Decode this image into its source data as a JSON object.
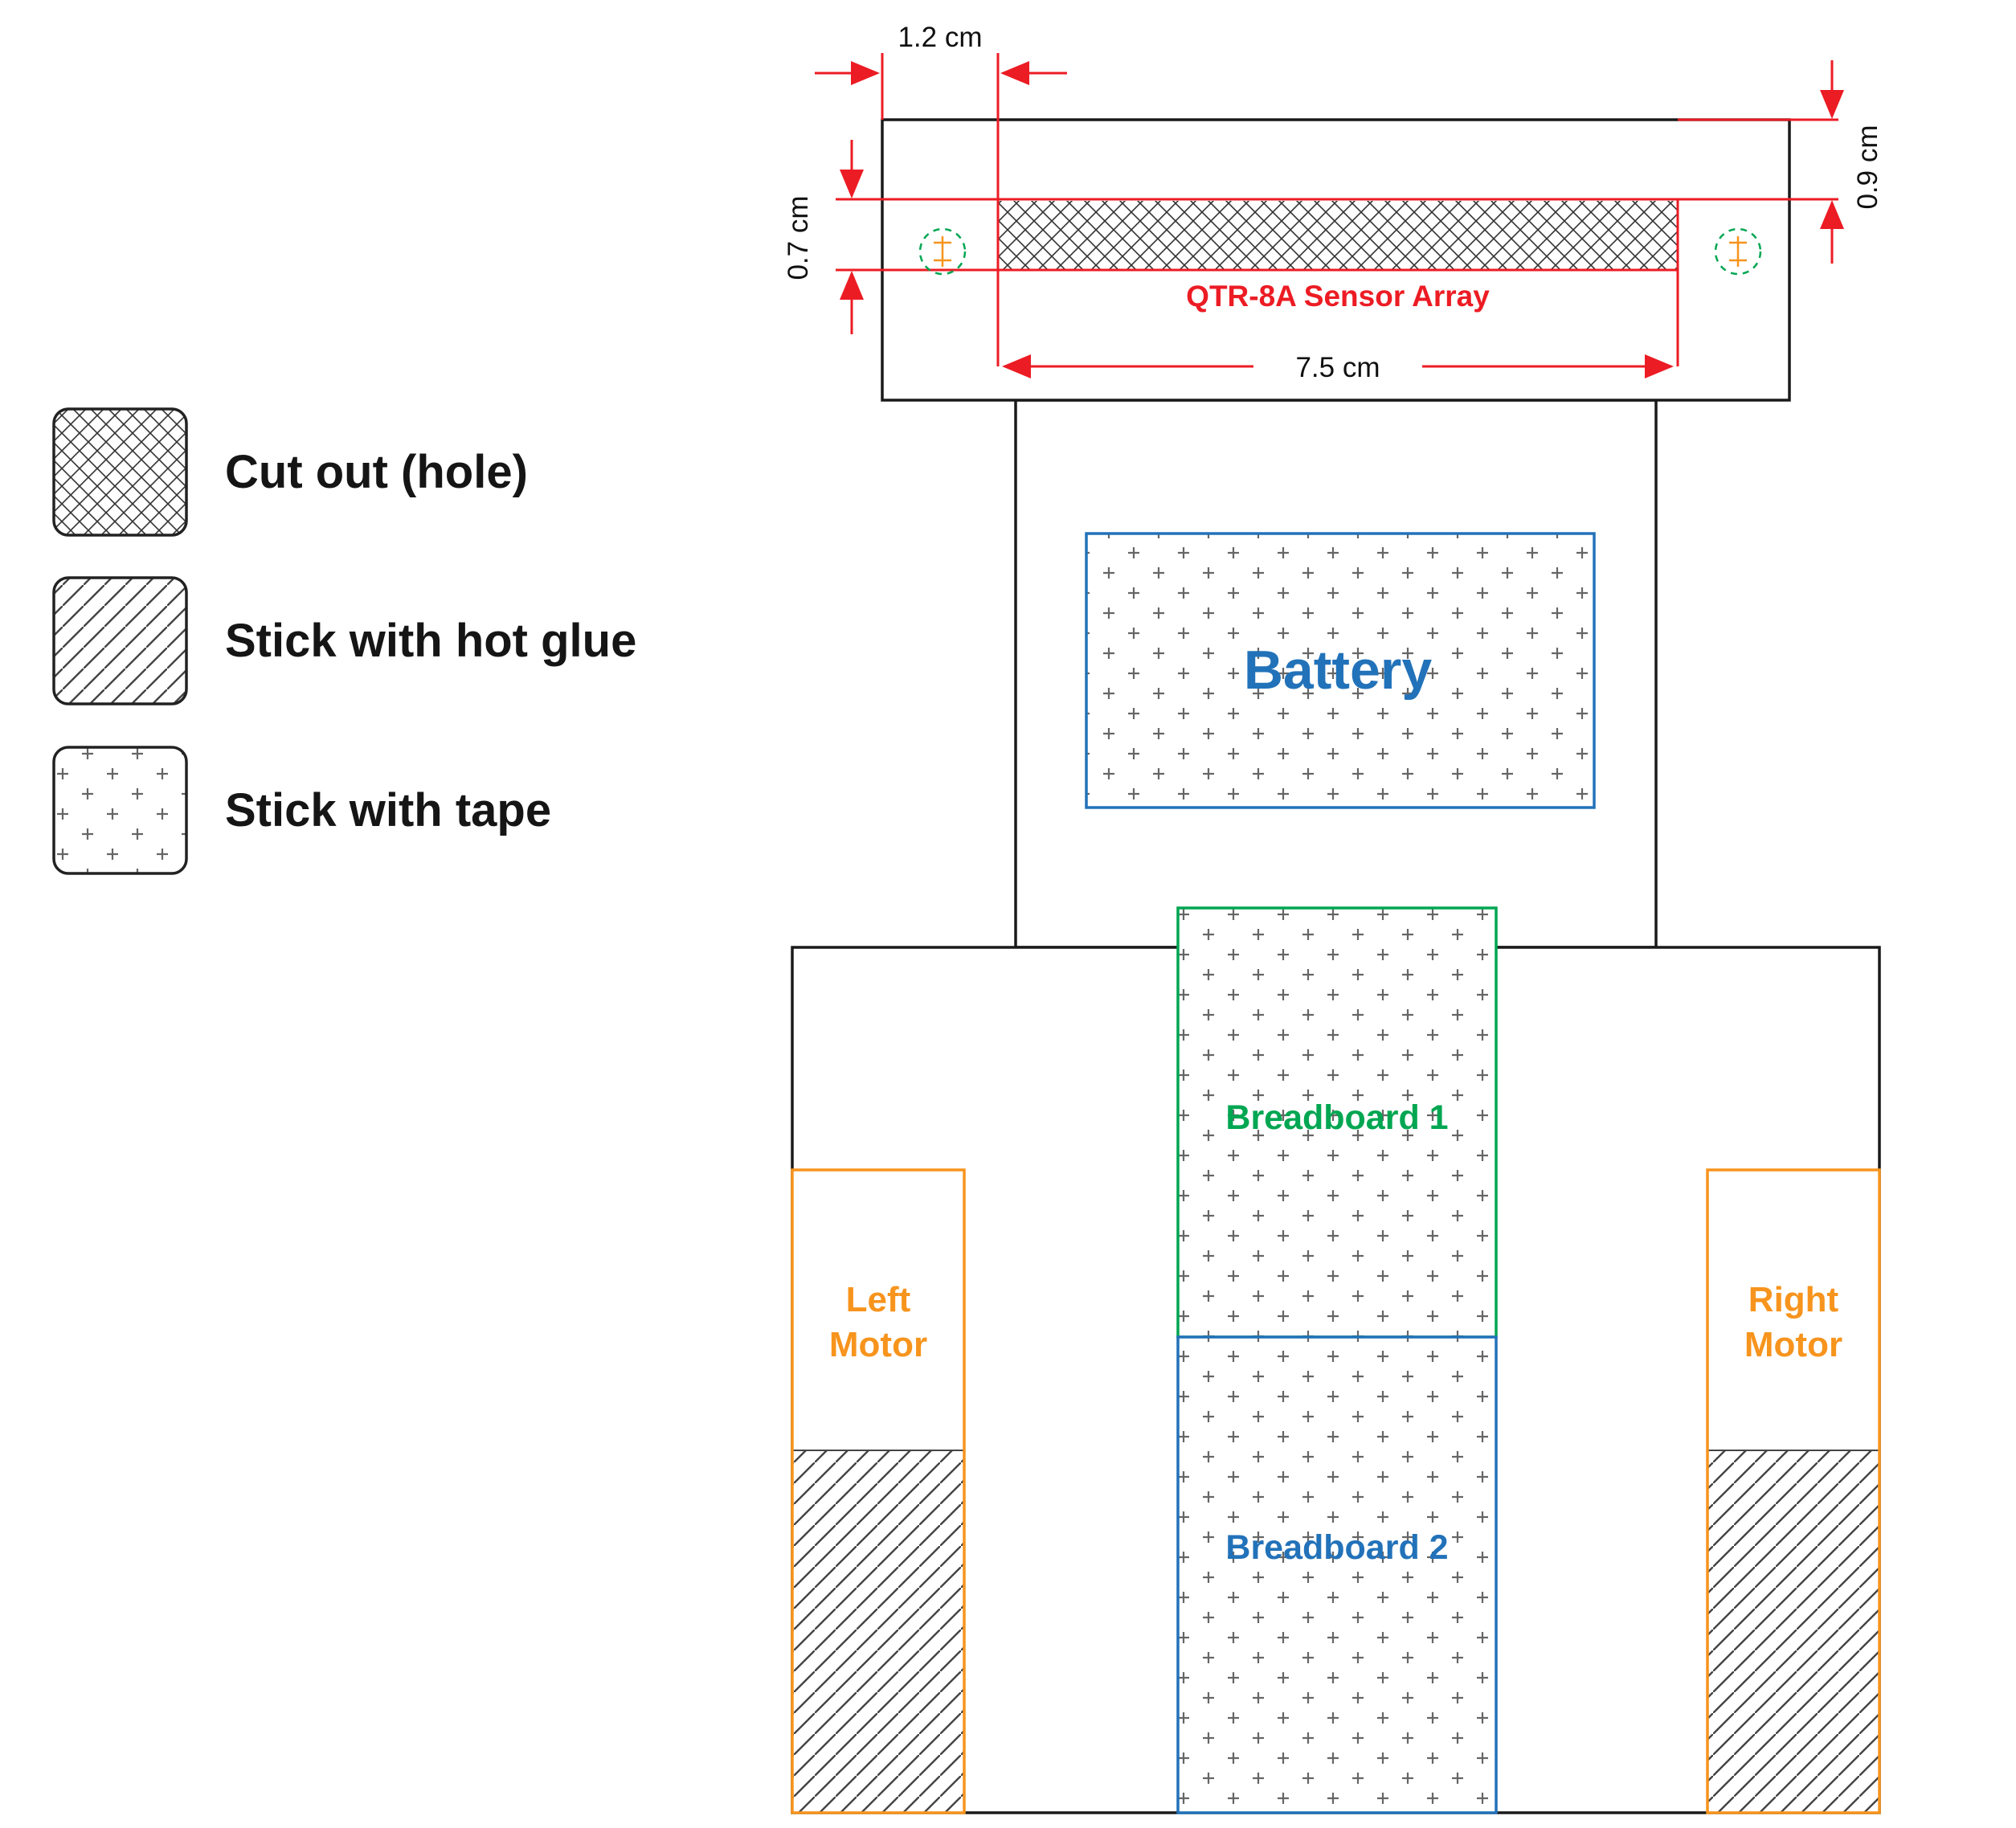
{
  "legend": {
    "items": [
      {
        "id": "cutout",
        "label": "Cut out (hole)",
        "pattern": "crosshatch"
      },
      {
        "id": "hot-glue",
        "label": "Stick with hot glue",
        "pattern": "diagonal-hatch"
      },
      {
        "id": "tape",
        "label": "Stick with tape",
        "pattern": "plus-dots"
      }
    ]
  },
  "dimensions": {
    "sensor_left_offset": "1.2 cm",
    "sensor_slot_height": "0.7 cm",
    "sensor_top_offset": "0.9 cm",
    "sensor_slot_width": "7.5 cm"
  },
  "labels": {
    "sensor_array": "QTR-8A Sensor Array",
    "battery": "Battery",
    "breadboard1": "Breadboard 1",
    "breadboard2": "Breadboard 2",
    "left_motor_line1": "Left",
    "left_motor_line2": "Motor",
    "right_motor_line1": "Right",
    "right_motor_line2": "Motor"
  },
  "colors": {
    "dimension_red": "#ec1c24",
    "battery_blue": "#2272b9",
    "breadboard_green": "#00a651",
    "motor_orange": "#f7941d",
    "outline_black": "#1a1a1a"
  }
}
